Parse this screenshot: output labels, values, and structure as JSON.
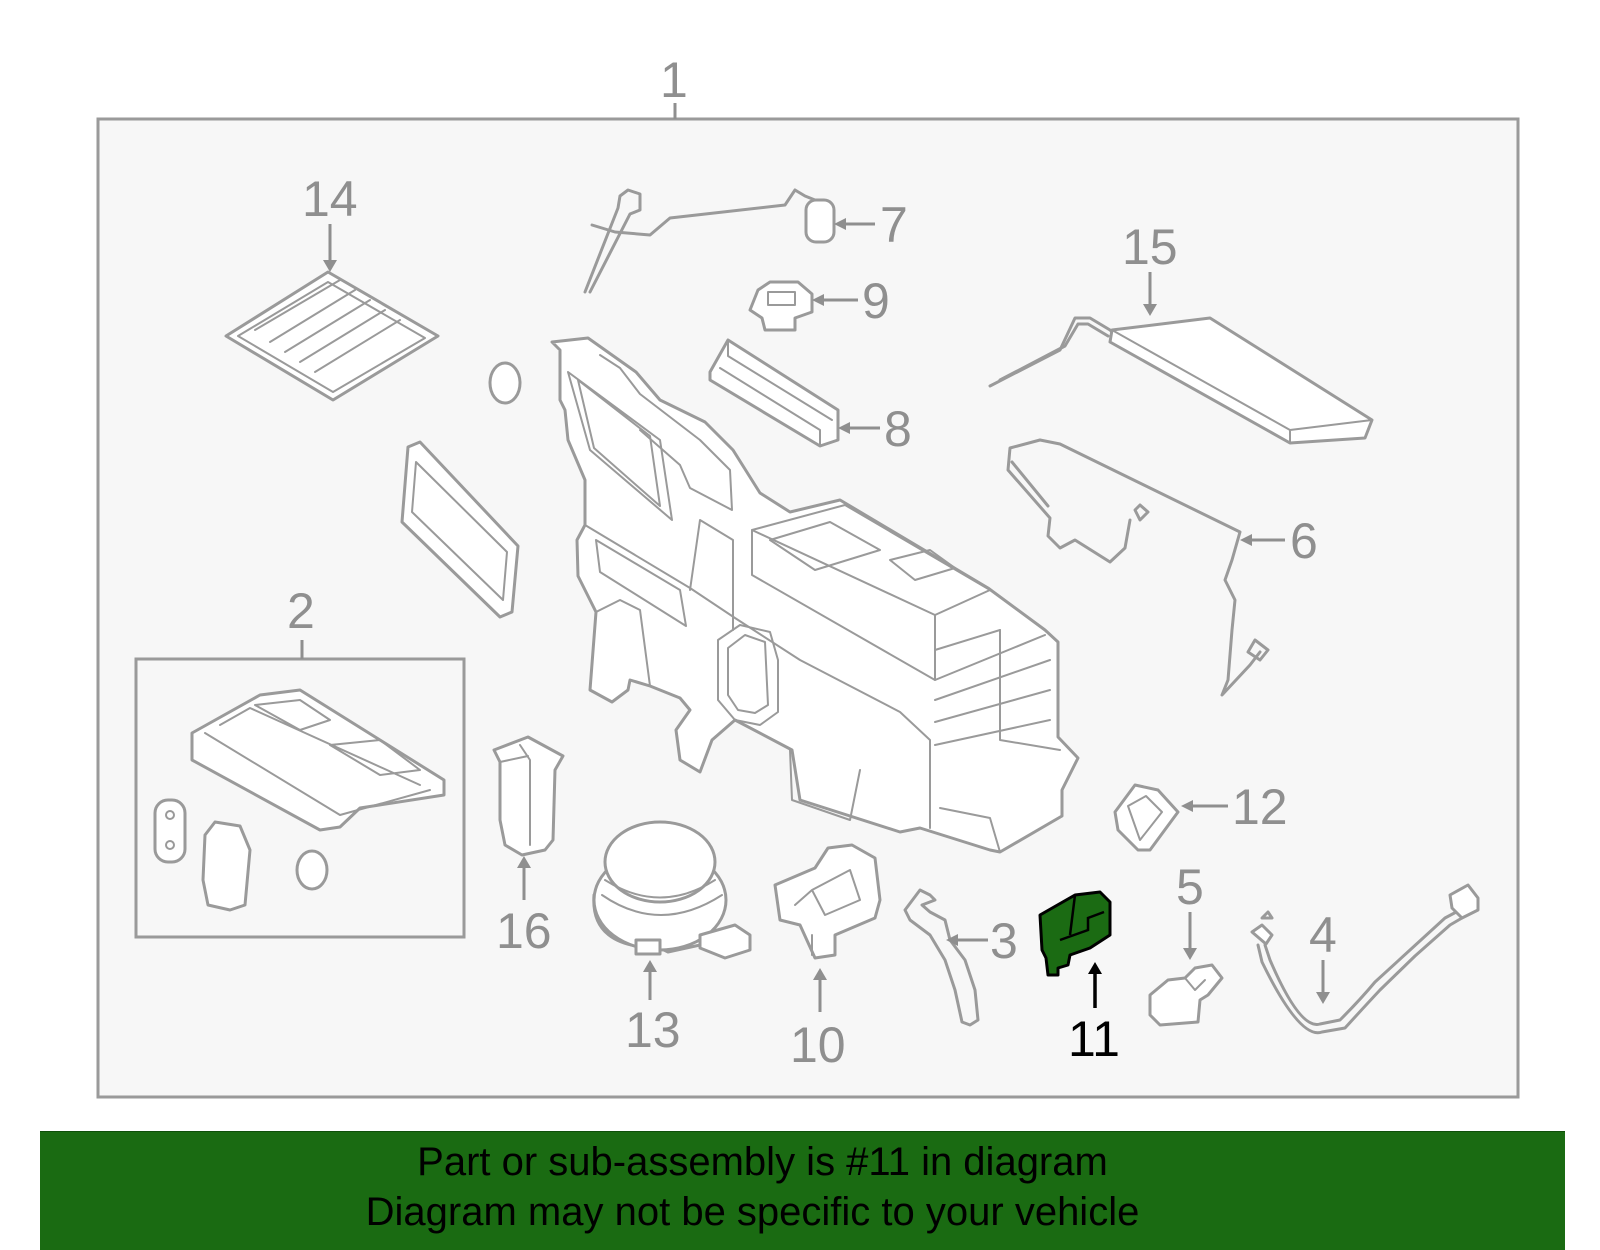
{
  "callouts": {
    "c1": "1",
    "c2": "2",
    "c3": "3",
    "c4": "4",
    "c5": "5",
    "c6": "6",
    "c7": "7",
    "c8": "8",
    "c9": "9",
    "c10": "10",
    "c11": "11",
    "c12": "12",
    "c13": "13",
    "c14": "14",
    "c15": "15",
    "c16": "16"
  },
  "highlighted_part": "11",
  "colors": {
    "highlight_fill": "#1b6b13",
    "banner_background": "#1a6b12",
    "line_art": "#9a9a9a",
    "panel_background": "#f7f7f7"
  },
  "banner": {
    "line1": "Part or sub-assembly is #11 in diagram",
    "line2": "Diagram may not be specific to your vehicle"
  }
}
